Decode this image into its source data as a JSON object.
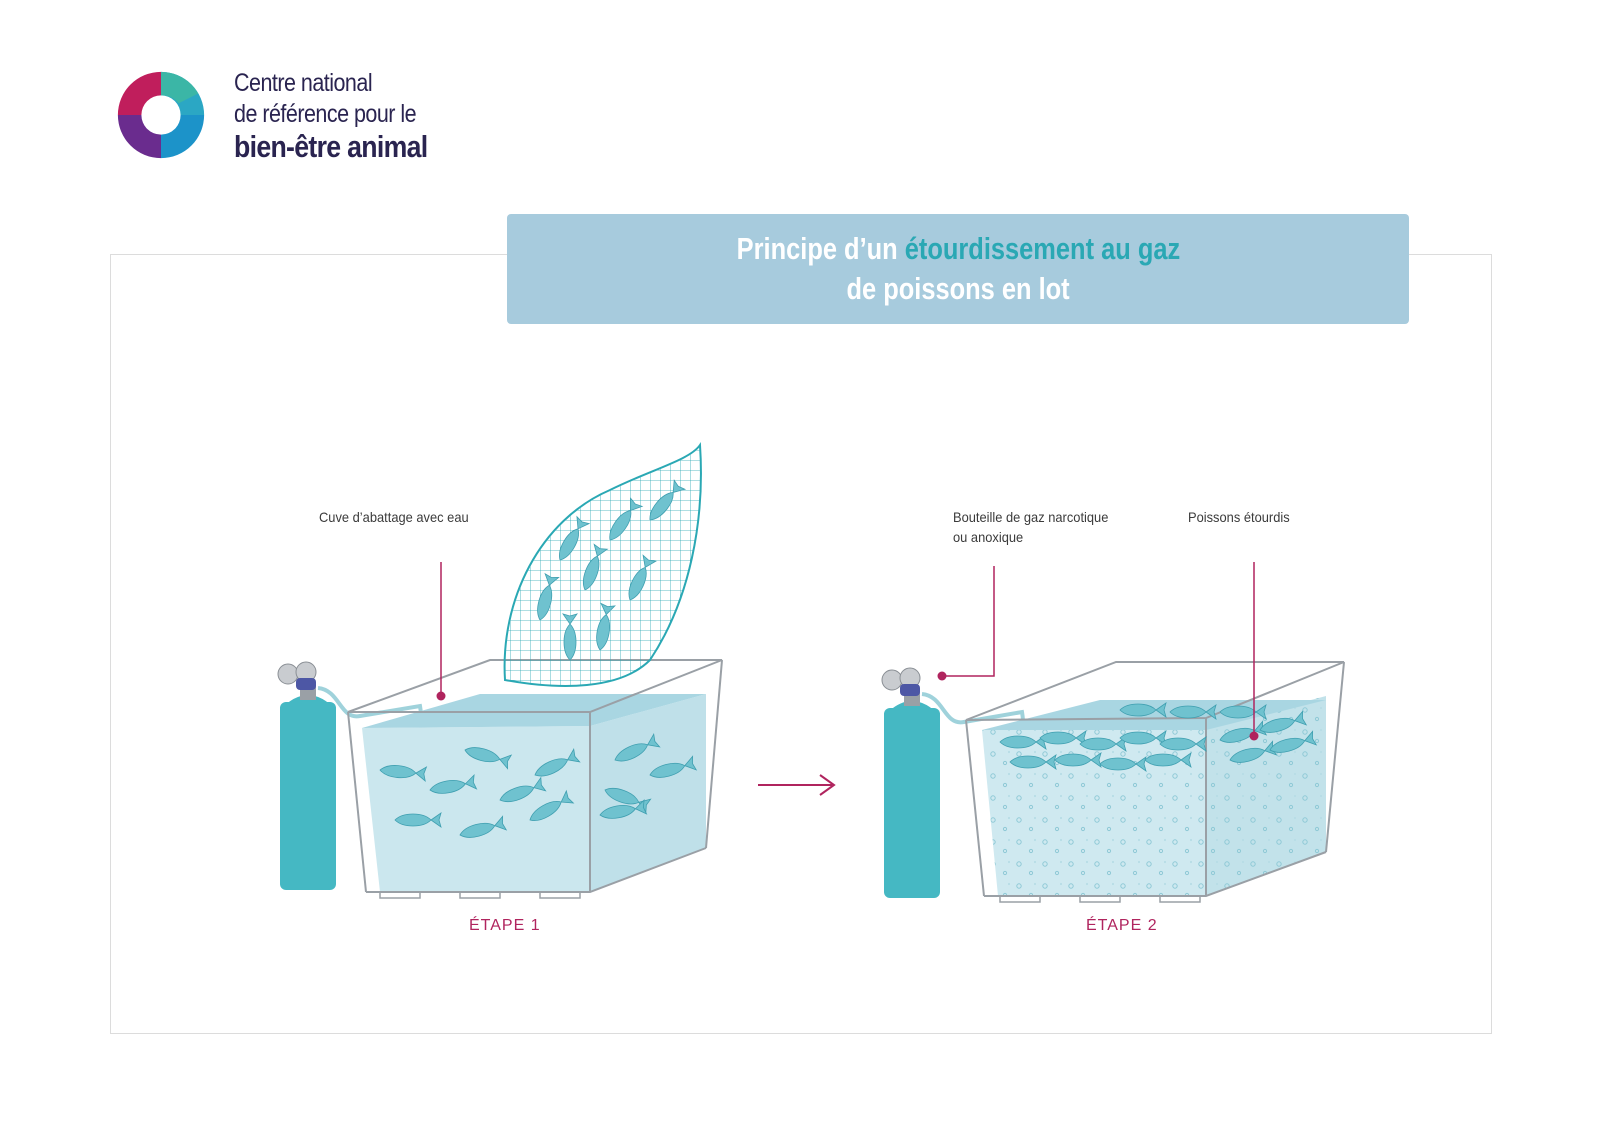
{
  "logo": {
    "line1": "Centre national",
    "line2": "de référence pour le",
    "line3": "bien-être animal"
  },
  "title": {
    "part1": "Principe d’un ",
    "highlight": "étourdissement au gaz",
    "line2": "de poissons en lot"
  },
  "labels": {
    "tank": "Cuve d’abattage avec eau",
    "gas_bottle_line1": "Bouteille de gaz narcotique",
    "gas_bottle_line2": "ou anoxique",
    "stunned_fish": "Poissons étourdis"
  },
  "steps": {
    "step1": "ÉTAPE 1",
    "step2": "ÉTAPE 2"
  },
  "colors": {
    "accent": "#2aa8b4",
    "title_bg": "#a7cbdd",
    "leader_lines": "#b0245e",
    "water": "#cbe7ee",
    "bottle": "#45b8c3"
  }
}
